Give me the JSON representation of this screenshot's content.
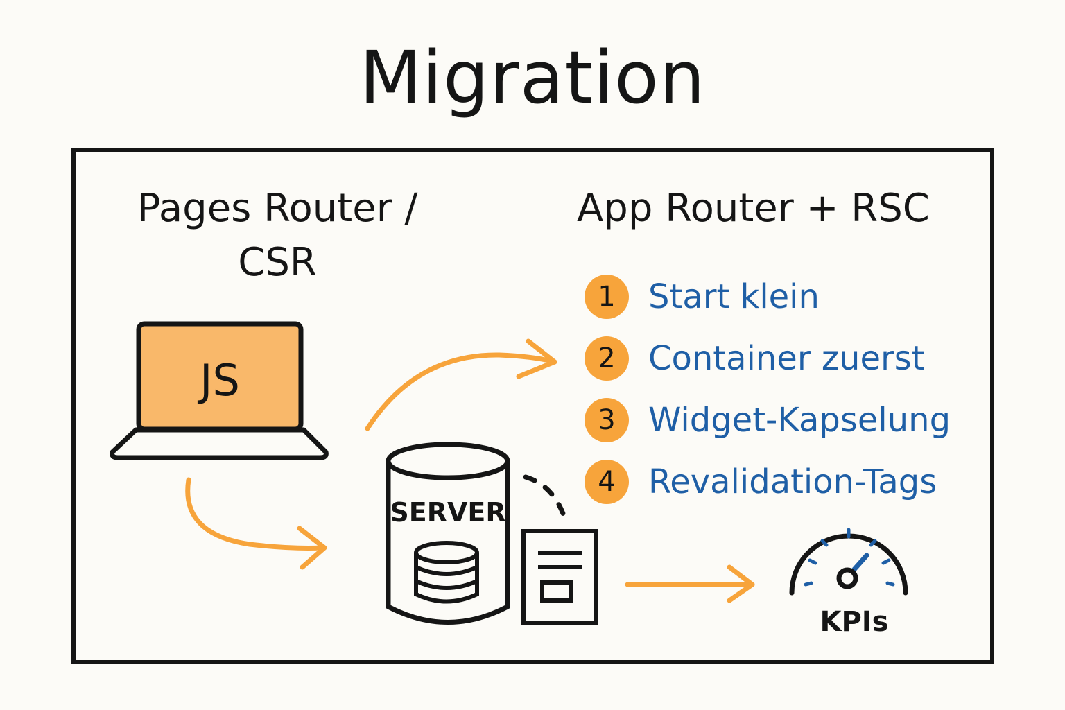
{
  "title": "Migration",
  "left": {
    "heading": "Pages Router / CSR",
    "laptop_label": "JS",
    "server_label": "SERVER"
  },
  "right": {
    "heading": "App Router + RSC",
    "steps": [
      {
        "number": "1",
        "label": "Start klein"
      },
      {
        "number": "2",
        "label": "Container zuerst"
      },
      {
        "number": "3",
        "label": "Widget-Kapselung"
      },
      {
        "number": "4",
        "label": "Revalidation-Tags"
      }
    ]
  },
  "kpi_label": "KPIs",
  "colors": {
    "accent": "#f7a43b",
    "step_text": "#1f5fa6",
    "ink": "#151515",
    "background": "#fcfbf7"
  },
  "icons": [
    "laptop-icon",
    "server-icon",
    "database-icon",
    "document-icon",
    "gauge-icon",
    "arrow-icon"
  ]
}
